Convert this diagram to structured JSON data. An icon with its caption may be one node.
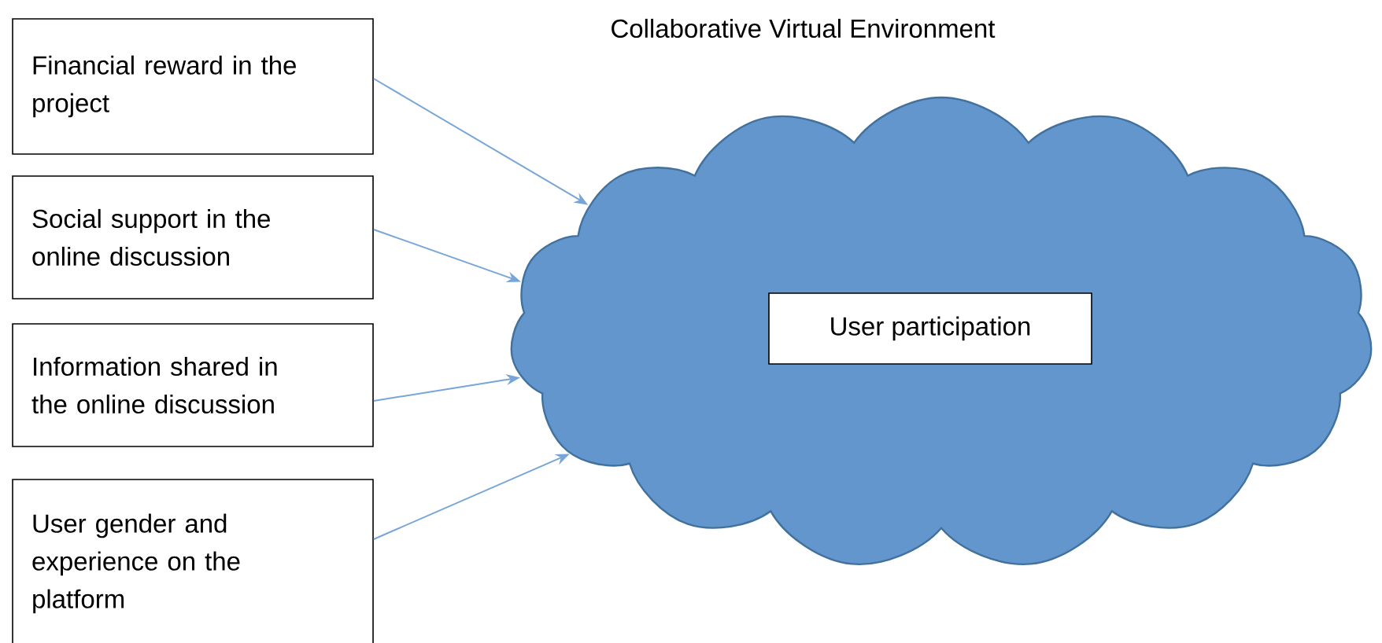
{
  "diagram": {
    "nodes": [
      {
        "text": [
          "Financial reward in the project"
        ]
      },
      {
        "text": [
          "Social support in the online discussion"
        ]
      },
      {
        "text": [
          "Information shared in the online discussion"
        ]
      },
      {
        "text": [
          "User gender and experience on the platform"
        ]
      },
      {
        "text": [
          "Collaborative Virtual Environment"
        ]
      },
      {
        "text": [
          "User participation"
        ],
        "in": 4
      }
    ],
    "edges": [
      {
        "from": 0,
        "to": 4,
        "arrow": "to"
      },
      {
        "from": 1,
        "to": 4,
        "arrow": "to"
      },
      {
        "from": 2,
        "to": 4,
        "arrow": "to"
      },
      {
        "from": 3,
        "to": 4,
        "arrow": "to"
      }
    ]
  }
}
